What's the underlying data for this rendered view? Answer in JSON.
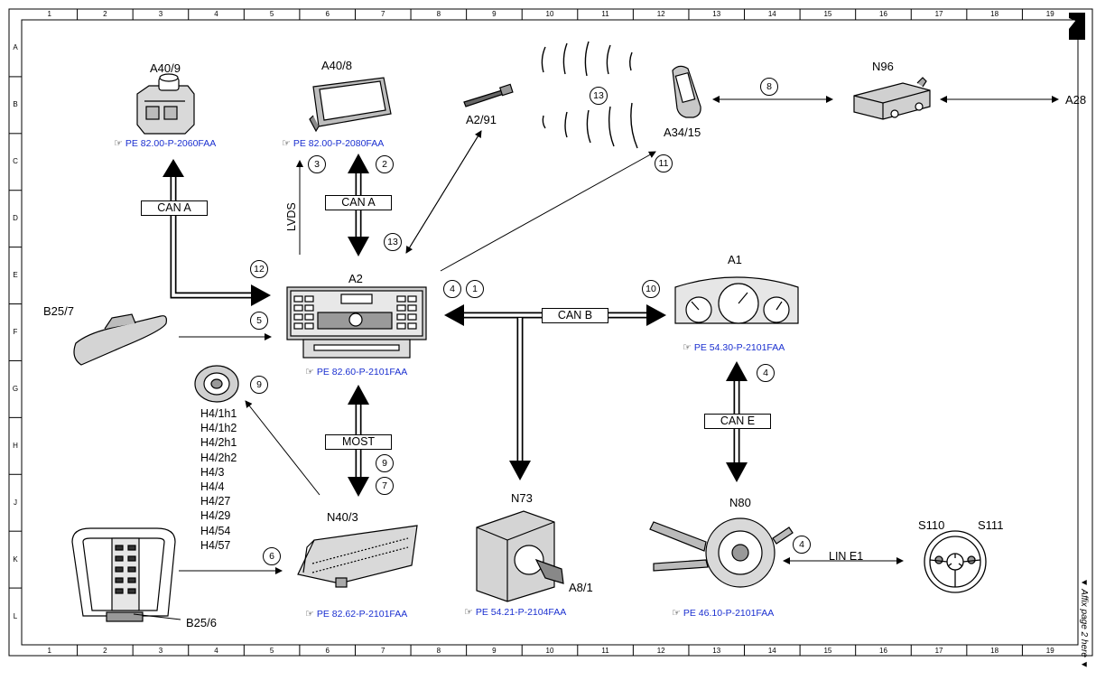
{
  "grid": {
    "columns": [
      "1",
      "2",
      "3",
      "4",
      "5",
      "6",
      "7",
      "8",
      "9",
      "10",
      "11",
      "12",
      "13",
      "14",
      "15",
      "16",
      "17",
      "18",
      "19"
    ],
    "rows": [
      "A",
      "B",
      "C",
      "D",
      "E",
      "F",
      "G",
      "H",
      "J",
      "K",
      "L"
    ]
  },
  "components": {
    "a40_9": "A40/9",
    "a40_8": "A40/8",
    "a2_91": "A2/91",
    "a34_15": "A34/15",
    "n96": "N96",
    "a28": "A28",
    "a2": "A2",
    "a1": "A1",
    "b25_7": "B25/7",
    "n73": "N73",
    "a8_1": "A8/1",
    "n80": "N80",
    "s110": "S110",
    "s111": "S111",
    "n40_3": "N40/3",
    "b25_6": "B25/6"
  },
  "speakers": [
    "H4/1h1",
    "H4/1h2",
    "H4/2h1",
    "H4/2h2",
    "H4/3",
    "H4/4",
    "H4/27",
    "H4/29",
    "H4/54",
    "H4/57"
  ],
  "refs": {
    "a40_9": "PE 82.00-P-2060FAA",
    "a40_8": "PE 82.00-P-2080FAA",
    "a2": "PE 82.60-P-2101FAA",
    "a1": "PE 54.30-P-2101FAA",
    "n40_3": "PE 82.62-P-2101FAA",
    "n73": "PE 54.21-P-2104FAA",
    "n80": "PE 46.10-P-2101FAA"
  },
  "buses": {
    "can_a_left": "CAN A",
    "can_a_mid": "CAN A",
    "lvds": "LVDS",
    "can_b": "CAN B",
    "can_e": "CAN E",
    "most": "MOST",
    "lin_e1": "LIN E1"
  },
  "markers": {
    "m3": "3",
    "m2": "2",
    "m13a": "13",
    "m13b": "13",
    "m11": "11",
    "m8": "8",
    "m12": "12",
    "m5": "5",
    "m4a": "4",
    "m1": "1",
    "m10": "10",
    "m4b": "4",
    "m9a": "9",
    "m9b": "9",
    "m7": "7",
    "m6": "6",
    "m4c": "4"
  },
  "side_note": "▼ Affix page 2 here ▼"
}
